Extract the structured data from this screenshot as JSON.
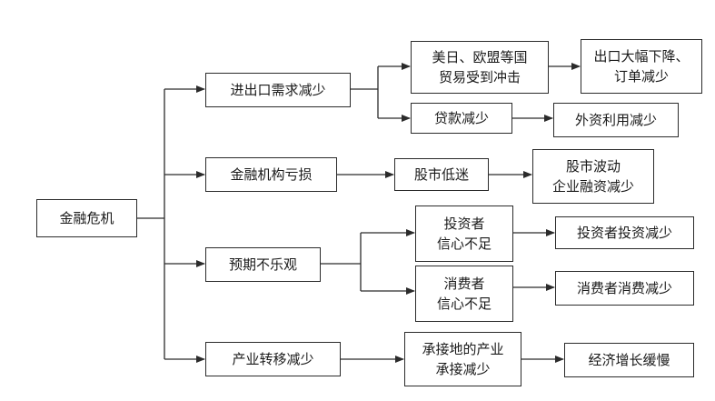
{
  "diagram": {
    "root": "金融危机",
    "branch1": {
      "label": "进出口需求减少",
      "sub1": {
        "line1": "美日、欧盟等国",
        "line2": "贸易受到冲击"
      },
      "sub1_result": {
        "line1": "出口大幅下降、",
        "line2": "订单减少"
      },
      "sub2": "贷款减少",
      "sub2_result": "外资利用减少"
    },
    "branch2": {
      "label": "金融机构亏损",
      "sub": "股市低迷",
      "result": {
        "line1": "股市波动",
        "line2": "企业融资减少"
      }
    },
    "branch3": {
      "label": "预期不乐观",
      "sub1": {
        "line1": "投资者",
        "line2": "信心不足"
      },
      "sub1_result": "投资者投资减少",
      "sub2": {
        "line1": "消费者",
        "line2": "信心不足"
      },
      "sub2_result": "消费者消费减少"
    },
    "branch4": {
      "label": "产业转移减少",
      "sub": {
        "line1": "承接地的产业",
        "line2": "承接减少"
      },
      "result": "经济增长缓慢"
    }
  },
  "colors": {
    "line": "#2b2b2b",
    "text": "#1a1a1a",
    "background": "#ffffff"
  }
}
